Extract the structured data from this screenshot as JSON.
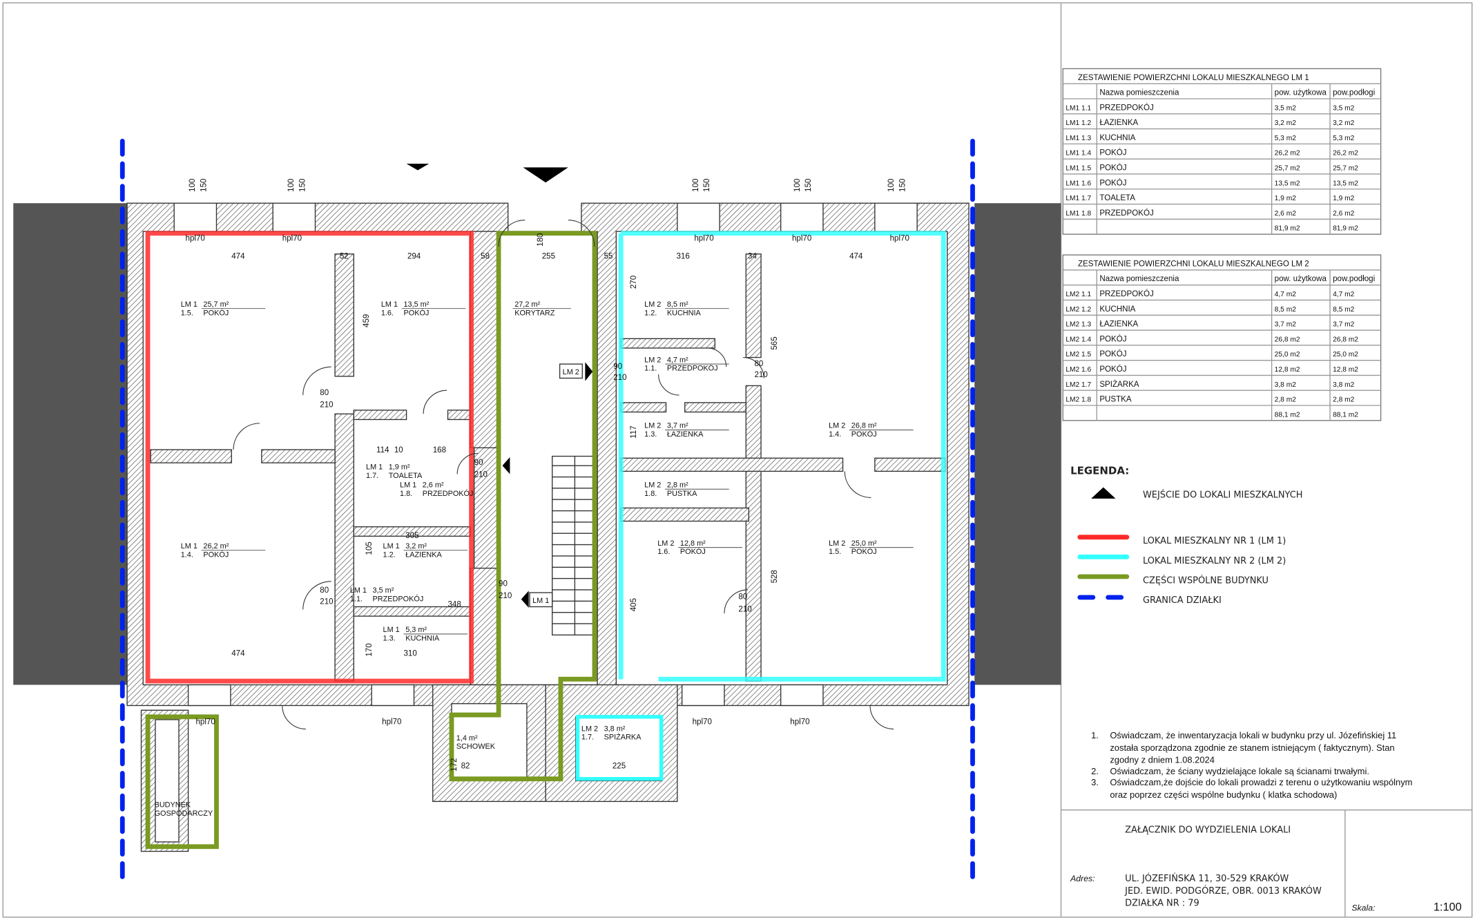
{
  "colors": {
    "lm1": "#ff2a2a",
    "lm2": "#33ffff",
    "common": "#7a9a22",
    "border": "#0022ee",
    "wall": "#555555",
    "neighbor": "#555555"
  },
  "rooms": [
    {
      "id": "LM 1",
      "no": "1.5.",
      "area": "25,7 m²",
      "name": "POKÓJ"
    },
    {
      "id": "LM 1",
      "no": "1.6.",
      "area": "13,5 m²",
      "name": "POKÓJ"
    },
    {
      "id": "",
      "no": "",
      "area": "27,2 m²",
      "name": "KORYTARZ"
    },
    {
      "id": "LM 2",
      "no": "1.2.",
      "area": "8,5 m²",
      "name": "KUCHNIA"
    },
    {
      "id": "LM 2",
      "no": "1.1.",
      "area": "4,7 m²",
      "name": "PRZEDPOKÓJ"
    },
    {
      "id": "LM 2",
      "no": "1.3.",
      "area": "3,7 m²",
      "name": "ŁAZIENKA"
    },
    {
      "id": "LM 2",
      "no": "1.4.",
      "area": "26,8 m²",
      "name": "POKÓJ"
    },
    {
      "id": "LM 1",
      "no": "1.7.",
      "area": "1,9 m²",
      "name": "TOALETA"
    },
    {
      "id": "LM 1",
      "no": "1.8.",
      "area": "2,6 m²",
      "name": "PRZEDPOKÓJ"
    },
    {
      "id": "LM 2",
      "no": "1.8.",
      "area": "2,8 m²",
      "name": "PUSTKA"
    },
    {
      "id": "LM 1",
      "no": "1.4.",
      "area": "26,2 m²",
      "name": "POKÓJ"
    },
    {
      "id": "LM 1",
      "no": "1.2.",
      "area": "3,2 m²",
      "name": "ŁAZIENKA"
    },
    {
      "id": "LM 2",
      "no": "1.6.",
      "area": "12,8 m²",
      "name": "POKÓJ"
    },
    {
      "id": "LM 2",
      "no": "1.5.",
      "area": "25,0 m²",
      "name": "POKÓJ"
    },
    {
      "id": "LM 1",
      "no": "1.1.",
      "area": "3,5 m²",
      "name": "PRZEDPOKÓJ"
    },
    {
      "id": "LM 1",
      "no": "1.3.",
      "area": "5,3 m²",
      "name": "KUCHNIA"
    },
    {
      "id": "LM 2",
      "no": "1.7.",
      "area": "3,8 m²",
      "name": "SPIŻARKA"
    },
    {
      "id": "",
      "no": "",
      "area": "1,4 m²",
      "name": "SCHOWEK"
    }
  ],
  "outbuilding": [
    "BUDYNEK",
    "GOSPODARCZY"
  ],
  "entry_tags": [
    "LM 2",
    "LM 1"
  ],
  "dims": [
    "474",
    "294",
    "316",
    "474",
    "255",
    "474",
    "310",
    "348",
    "305",
    "52",
    "58",
    "55",
    "34",
    "459",
    "565",
    "528",
    "405",
    "hpl70",
    "100",
    "150",
    "210",
    "80",
    "90",
    "168",
    "114",
    "10",
    "82",
    "225",
    "172",
    "180",
    "170",
    "105",
    "117",
    "270"
  ],
  "table_lm1": {
    "title": "ZESTAWIENIE  POWIERZCHNI  LOKALU MIESZKALNEGO LM 1",
    "headers": [
      "",
      "Nazwa pomieszczenia",
      "pow. użytkowa",
      "pow.podłogi"
    ],
    "rows": [
      [
        "LM1 1.1",
        "PRZEDPOKÓJ",
        "3,5 m2",
        "3,5 m2"
      ],
      [
        "LM1 1.2",
        "ŁAZIENKA",
        "3,2 m2",
        "3,2 m2"
      ],
      [
        "LM1 1.3",
        "KUCHNIA",
        "5,3 m2",
        "5,3 m2"
      ],
      [
        "LM1 1.4",
        "POKÓJ",
        "26,2 m2",
        "26,2 m2"
      ],
      [
        "LM1 1.5",
        "POKÓJ",
        "25,7 m2",
        "25,7 m2"
      ],
      [
        "LM1 1.6",
        "POKÓJ",
        "13,5 m2",
        "13,5 m2"
      ],
      [
        "LM1 1.7",
        "TOALETA",
        "1,9 m2",
        "1,9 m2"
      ],
      [
        "LM1 1.8",
        "PRZEDPOKÓJ",
        "2,6 m2",
        "2,6 m2"
      ],
      [
        "",
        "",
        "81,9 m2",
        "81,9 m2"
      ]
    ]
  },
  "table_lm2": {
    "title": "ZESTAWIENIE  POWIERZCHNI  LOKALU MIESZKALNEGO LM 2",
    "headers": [
      "",
      "Nazwa pomieszczenia",
      "pow. użytkowa",
      "pow.podłogi"
    ],
    "rows": [
      [
        "LM2 1.1",
        "PRZEDPOKÓJ",
        "4,7 m2",
        "4,7 m2"
      ],
      [
        "LM2 1.2",
        "KUCHNIA",
        "8,5 m2",
        "8,5 m2"
      ],
      [
        "LM2 1.3",
        "ŁAZIENKA",
        "3,7 m2",
        "3,7 m2"
      ],
      [
        "LM2 1.4",
        "POKÓJ",
        "26,8 m2",
        "26,8 m2"
      ],
      [
        "LM2 1.5",
        "POKÓJ",
        "25,0 m2",
        "25,0 m2"
      ],
      [
        "LM2 1.6",
        "POKÓJ",
        "12,8 m2",
        "12,8 m2"
      ],
      [
        "LM2 1.7",
        "SPIŻARKA",
        "3,8 m2",
        "3,8 m2"
      ],
      [
        "LM2 1.8",
        "PUSTKA",
        "2,8 m2",
        "2,8 m2"
      ],
      [
        "",
        "",
        "88,1 m2",
        "88,1 m2"
      ]
    ]
  },
  "legend": {
    "title": "LEGENDA:",
    "items": [
      "WEJŚCIE DO LOKALI MIESZKALNYCH",
      "LOKAL MIESZKALNY NR 1 (LM 1)",
      "LOKAL MIESZKALNY NR 2 (LM 2)",
      "CZĘŚCI WSPÓLNE BUDYNKU",
      "GRANICA DZIAŁKI"
    ]
  },
  "notes": [
    {
      "n": "1.",
      "lines": [
        "Oświadczam, że inwentaryzacja lokali w budynku przy ul. Józefińskiej 11",
        "została sporządzona zgodnie ze stanem istniejącym ( faktycznym). Stan",
        "zgodny z dniem 1.08.2024"
      ]
    },
    {
      "n": "2.",
      "lines": [
        "Oświadczam, że ściany wydzielające lokale są ścianami trwałymi."
      ]
    },
    {
      "n": "3.",
      "lines": [
        "Oświadczam,że dojście do lokali prowadzi z terenu o użytkowaniu wspólnym",
        "oraz poprzez części wspólne budynku ( klatka schodowa)"
      ]
    }
  ],
  "title_block": {
    "title": "ZAŁĄCZNIK DO WYDZIELENIA LOKALI",
    "address_label": "Adres:",
    "address": [
      "UL. JÓZEFIŃSKA 11, 30-529 KRAKÓW",
      "JED. EWID. PODGÓRZE, OBR. 0013 KRAKÓW",
      "DZIAŁKA NR : 79"
    ],
    "scale_label": "Skala:",
    "scale": "1:100"
  }
}
